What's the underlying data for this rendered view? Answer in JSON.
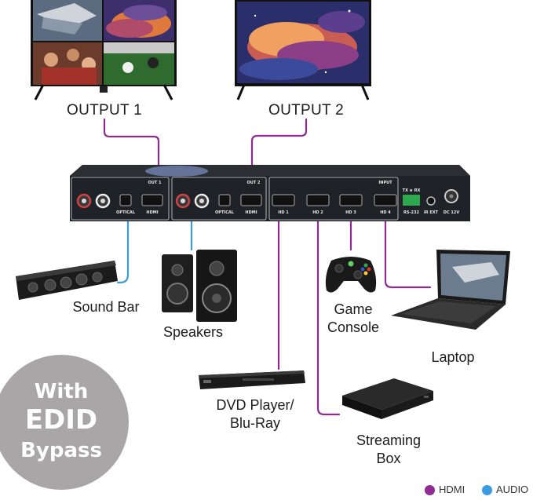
{
  "outputs": {
    "output1": "OUTPUT 1",
    "output2": "OUTPUT 2"
  },
  "devices": {
    "sound_bar": "Sound Bar",
    "speakers": "Speakers",
    "game_console_line1": "Game",
    "game_console_line2": "Console",
    "laptop": "Laptop",
    "dvd_line1": "DVD Player/",
    "dvd_line2": "Blu-Ray",
    "streaming_line1": "Streaming",
    "streaming_line2": "Box"
  },
  "badge": {
    "line1": "With",
    "line2": "EDID",
    "line3": "Bypass"
  },
  "legend": {
    "hdmi_label": "HDMI",
    "audio_label": "AUDIO",
    "hdmi_color": "#8e2a91",
    "audio_color": "#3a9be0"
  },
  "switcher_panel": {
    "out1": "OUT 1",
    "out2": "OUT 2",
    "input": "INPUT",
    "optical": "OPTICAL",
    "hdmi": "HDMI",
    "hd1": "HD 1",
    "hd2": "HD 2",
    "hd3": "HD 3",
    "hd4": "HD 4",
    "rs232": "RS-232",
    "txrx": "TX ⊕ RX",
    "irext": "IR EXT",
    "dc12v": "DC 12V"
  }
}
